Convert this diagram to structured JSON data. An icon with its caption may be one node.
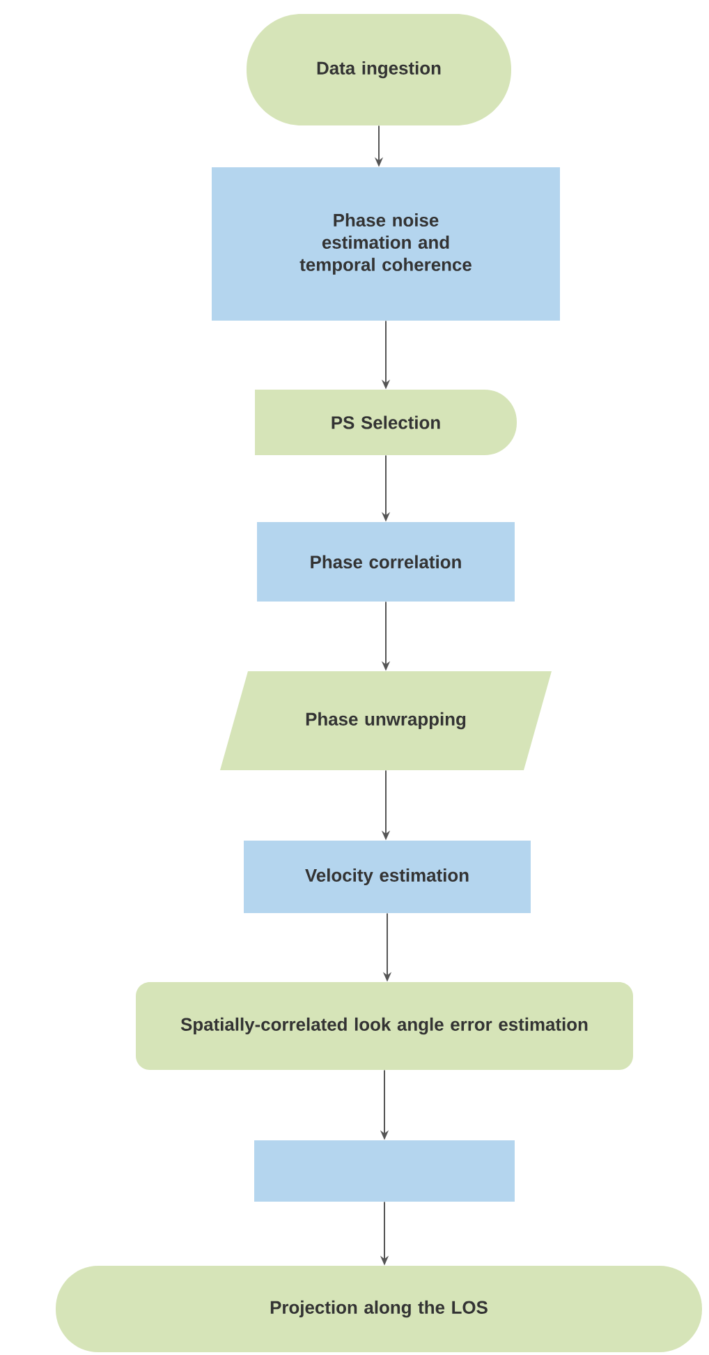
{
  "diagram": {
    "nodes": [
      {
        "text": [
          "Data ingestion"
        ]
      },
      {
        "text": [
          "Phase noise estimation and temporal coherence"
        ]
      },
      {
        "text": [
          "PS Selection"
        ]
      },
      {
        "text": [
          "Phase correlation"
        ]
      },
      {
        "text": [
          "Phase unwrapping"
        ]
      },
      {
        "text": [
          "Velocity estimation"
        ]
      },
      {
        "text": [
          "Spatially-correlated look angle error estimation"
        ]
      },
      {
        "text": [],
        "shape": "box"
      },
      {
        "text": [
          "Projection along the LOS"
        ]
      }
    ],
    "edges": [
      {
        "from": 0,
        "to": 1,
        "arrow": "to"
      },
      {
        "from": 1,
        "to": 2,
        "arrow": "to"
      },
      {
        "from": 2,
        "to": 3,
        "arrow": "to"
      },
      {
        "from": 3,
        "to": 4,
        "arrow": "to"
      },
      {
        "from": 4,
        "to": 5,
        "arrow": "to"
      },
      {
        "from": 5,
        "to": 6,
        "arrow": "to"
      },
      {
        "from": 6,
        "to": 7,
        "arrow": "to"
      },
      {
        "from": 7,
        "to": 8,
        "arrow": "to"
      }
    ]
  }
}
